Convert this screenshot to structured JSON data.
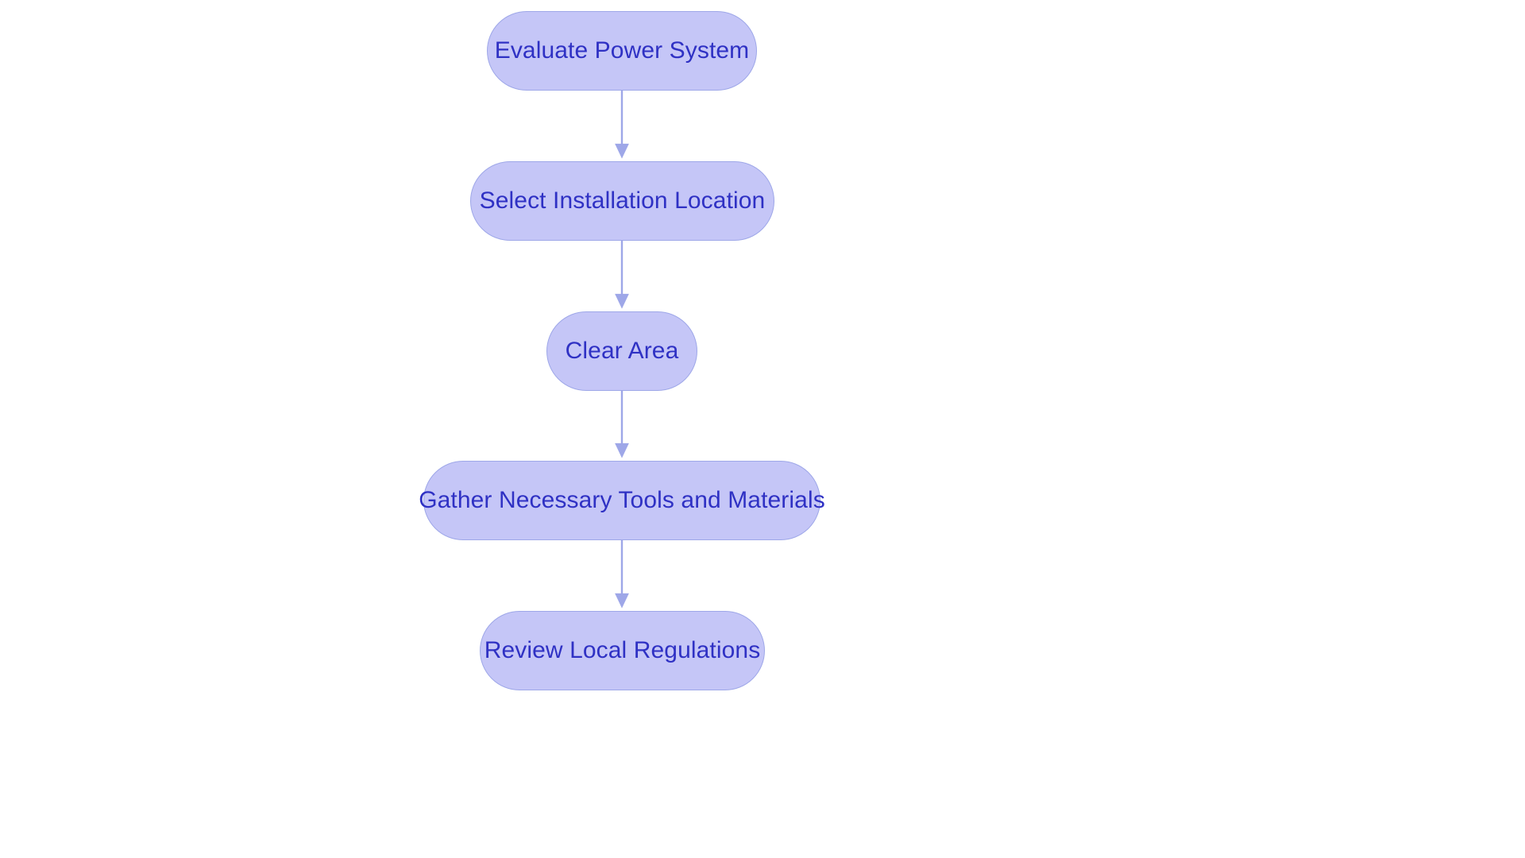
{
  "diagram": {
    "type": "flowchart",
    "orientation": "top-to-bottom",
    "background_color": "#ffffff",
    "node_fill_color": "#c5c6f7",
    "node_border_color": "#9ea7e8",
    "node_text_color": "#2f31c4",
    "edge_color": "#9ea7e8",
    "node_shape": "rounded-pill",
    "nodes": [
      {
        "id": "evaluate-power-system",
        "label": "Evaluate Power System"
      },
      {
        "id": "select-installation-location",
        "label": "Select Installation Location"
      },
      {
        "id": "clear-area",
        "label": "Clear Area"
      },
      {
        "id": "gather-tools-materials",
        "label": "Gather Necessary Tools and Materials"
      },
      {
        "id": "review-local-regulations",
        "label": "Review Local Regulations"
      }
    ],
    "edges": [
      {
        "from": "evaluate-power-system",
        "to": "select-installation-location",
        "label": ""
      },
      {
        "from": "select-installation-location",
        "to": "clear-area",
        "label": ""
      },
      {
        "from": "clear-area",
        "to": "gather-tools-materials",
        "label": ""
      },
      {
        "from": "gather-tools-materials",
        "to": "review-local-regulations",
        "label": ""
      }
    ]
  }
}
